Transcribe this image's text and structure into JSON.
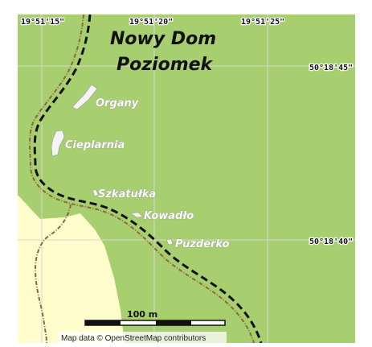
{
  "map": {
    "title_line1": "Nowy Dom",
    "title_line2": "Poziomek",
    "pois": [
      "Organy",
      "Cieplarnia",
      "Szkatułka",
      "Kowadło",
      "Puzderko"
    ],
    "longitude_labels": [
      "19°51'15\"",
      "19°51'20\"",
      "19°51'25\""
    ],
    "latitude_labels": [
      "50°18'45\"",
      "50°18'40\""
    ],
    "scale_bar": "100 m",
    "attribution": "Map data © OpenStreetMap contributors",
    "colors": {
      "forest": "#a8cf6f",
      "meadow": "#fffdcc",
      "grid": "#d6d6d6",
      "border": "#111111",
      "trail": "#8b6a3a",
      "rock": "#f4f4f4"
    }
  }
}
